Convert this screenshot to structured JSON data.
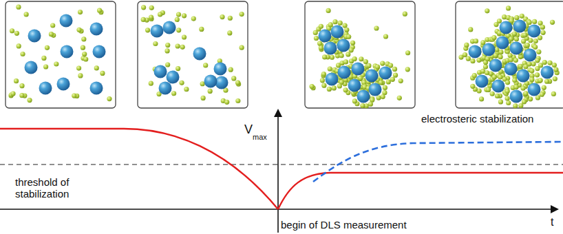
{
  "diagram": {
    "labels": [
      "V",
      "max",
      "electrosteric stabilization",
      "threshold of stabilization",
      "begin of DLS measurement",
      "t"
    ]
  }
}
